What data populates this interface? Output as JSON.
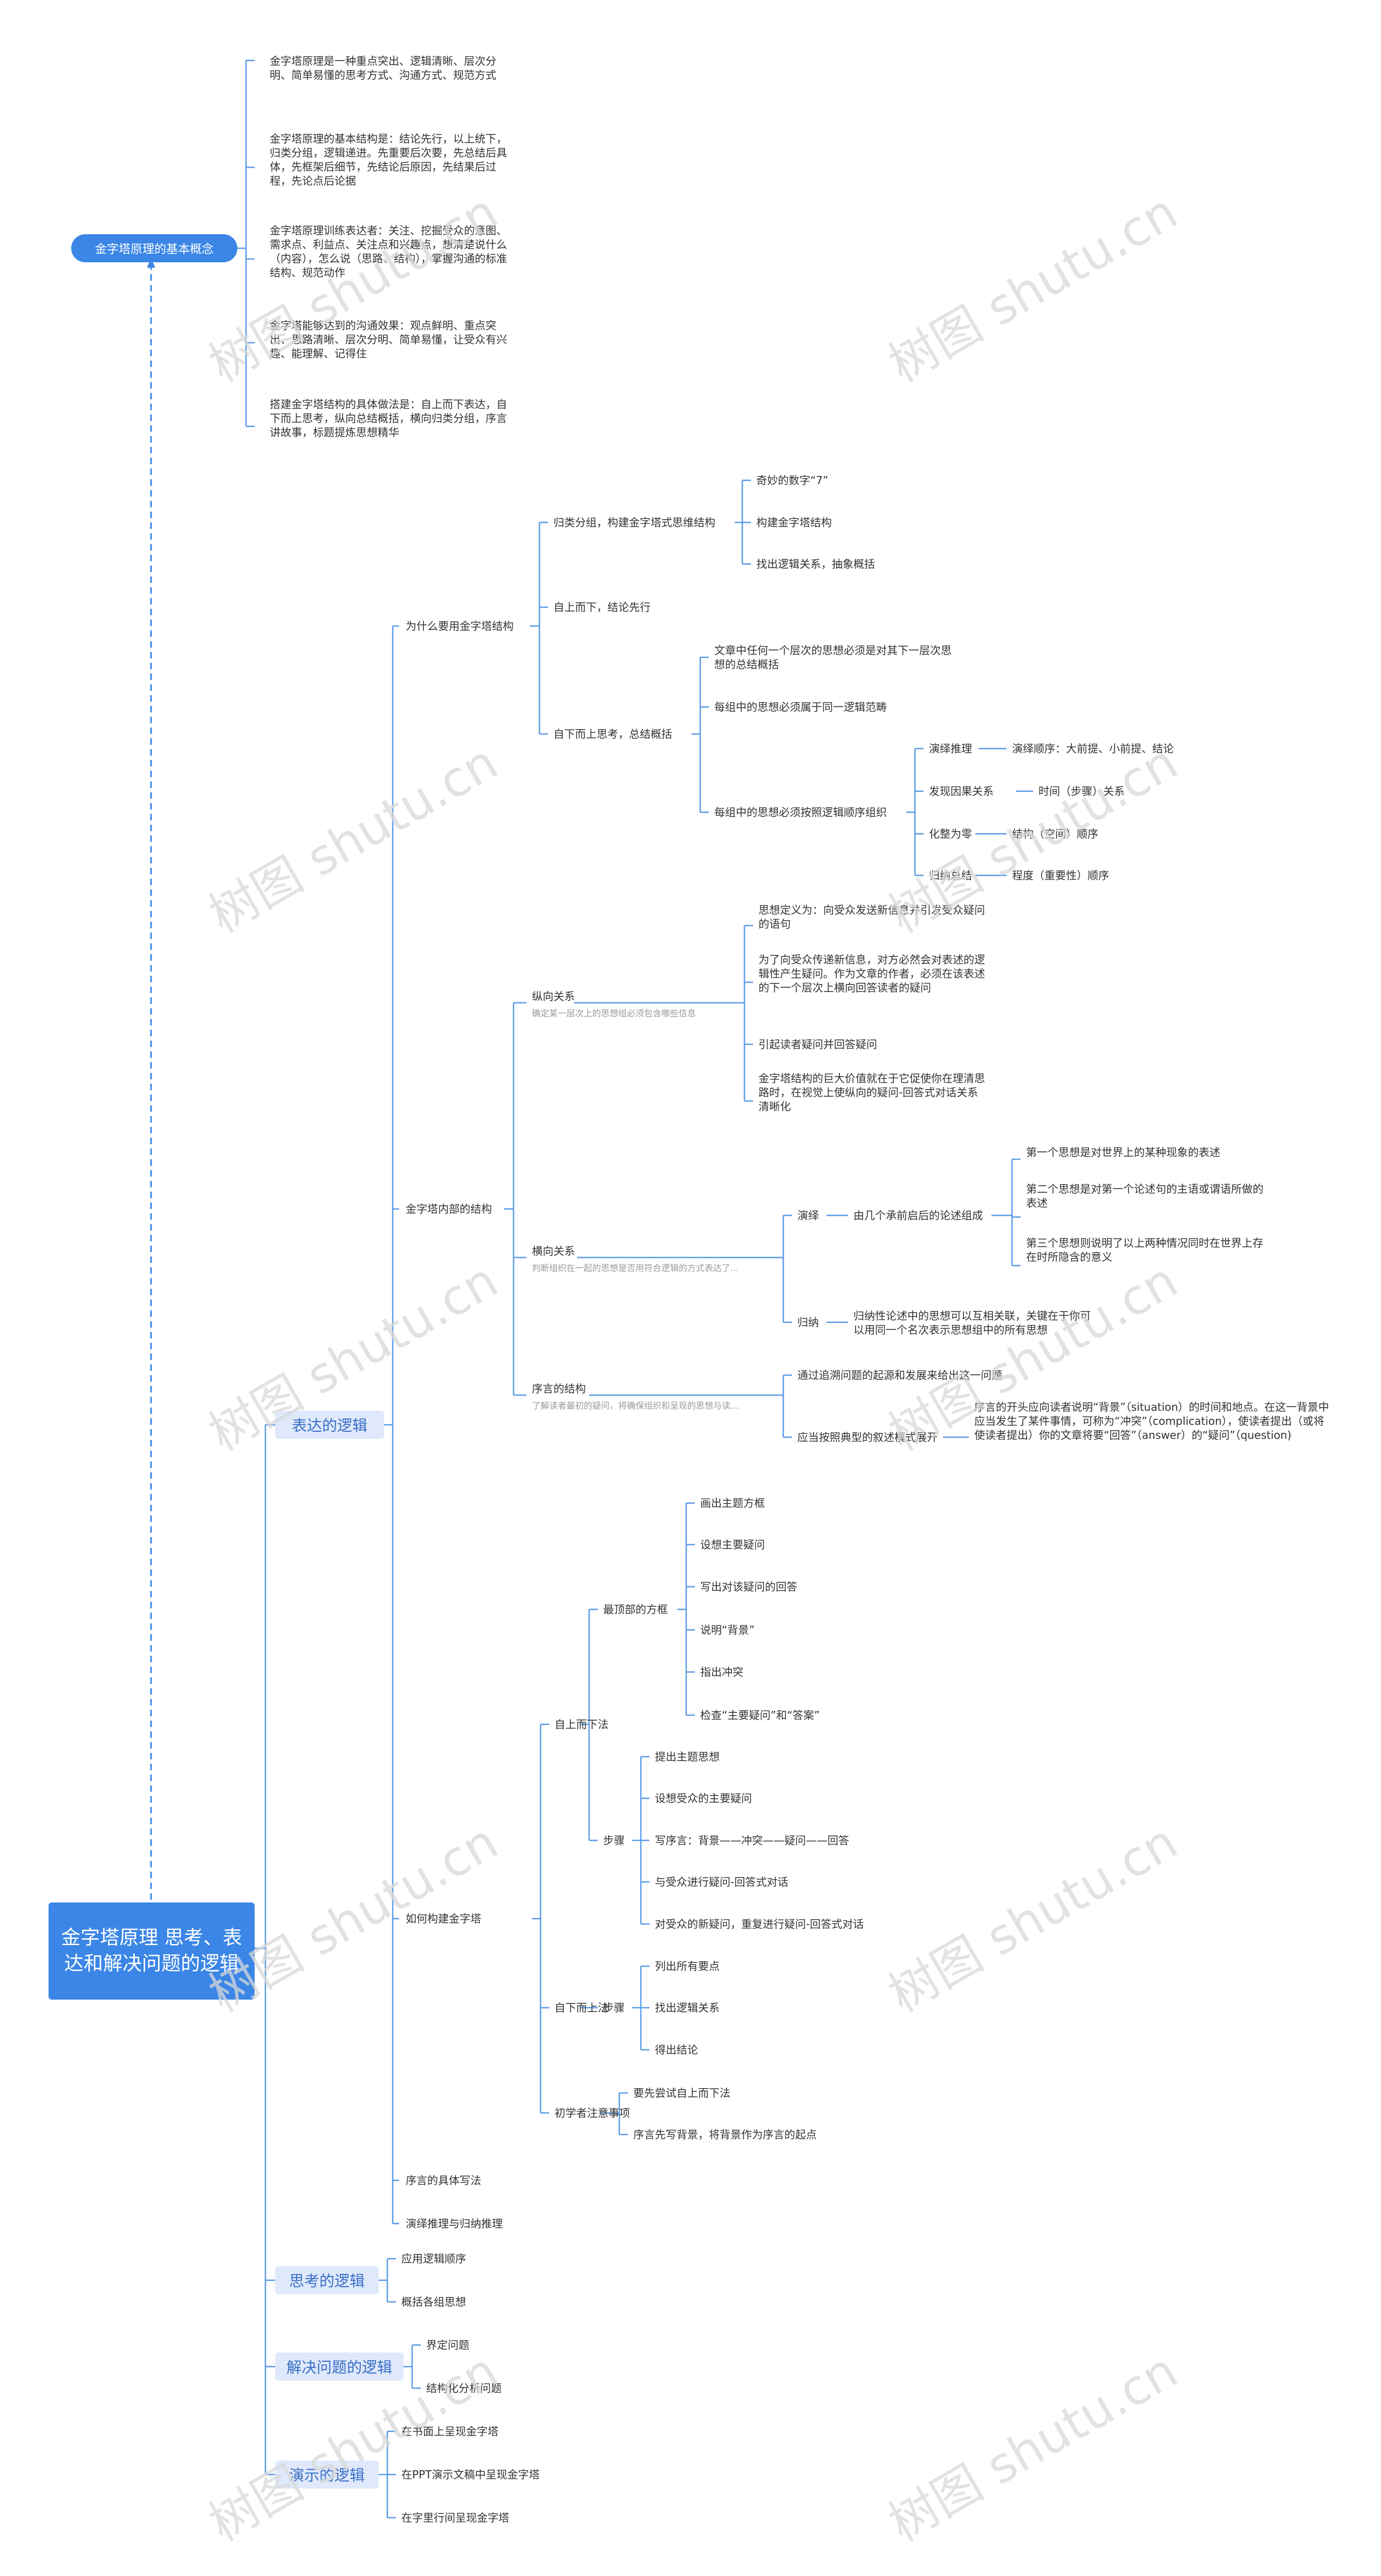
{
  "root": "金字塔原理 思考、表达和解决问题的逻辑",
  "concept": {
    "label": "金字塔原理的基本概念",
    "items": [
      "金字塔原理是一种重点突出、逻辑清晰、层次分明、简单易懂的思考方式、沟通方式、规范方式",
      "金字塔原理的基本结构是：结论先行，以上统下，归类分组，逻辑递进。先重要后次要，先总结后具体，先框架后细节，先结论后原因，先结果后过程，先论点后论据",
      "金字塔原理训练表达者：关注、挖掘受众的意图、需求点、利益点、关注点和兴趣点，想清楚说什么（内容），怎么说（思路、结构），掌握沟通的标准结构、规范动作",
      "金字塔能够达到的沟通效果：观点鲜明、重点突出、思路清晰、层次分明、简单易懂，让受众有兴趣、能理解、记得住",
      "搭建金字塔结构的具体做法是：自上而下表达，自下而上思考，纵向总结概括，横向归类分组，序言讲故事，标题提炼思想精华"
    ]
  },
  "express": {
    "label": "表达的逻辑",
    "why": {
      "label": "为什么要用金字塔结构",
      "group": {
        "label": "归类分组，构建金字塔式思维结构",
        "items": [
          "奇妙的数字“7”",
          "构建金字塔结构",
          "找出逻辑关系，抽象概括"
        ]
      },
      "topdown": "自上而下，结论先行",
      "bottomup": {
        "label": "自下而上思考，总结概括",
        "a": "文章中任何一个层次的思想必须是对其下一层次思想的总结概括",
        "b": "每组中的思想必须属于同一逻辑范畴",
        "c": {
          "label": "每组中的思想必须按照逻辑顺序组织",
          "rows": [
            {
              "k": "演绎推理",
              "v": "演绎顺序：大前提、小前提、结论"
            },
            {
              "k": "发现因果关系",
              "v": "时间（步骤）关系"
            },
            {
              "k": "化整为零",
              "v": "结构（空间）顺序"
            },
            {
              "k": "归纳总结",
              "v": "程度（重要性）顺序"
            }
          ]
        }
      }
    },
    "inner": {
      "label": "金字塔内部的结构",
      "vertical": {
        "label": "纵向关系",
        "note": "确定某一层次上的思想组必须包含哪些信息",
        "items": [
          "思想定义为：向受众发送新信息并引发受众疑问的语句",
          "为了向受众传递新信息，对方必然会对表述的逻辑性产生疑问。作为文章的作者，必须在该表述的下一个层次上横向回答读者的疑问",
          "引起读者疑问并回答疑问",
          "金字塔结构的巨大价值就在于它促使你在理清思路时，在视觉上使纵向的疑问-回答式对话关系清晰化"
        ]
      },
      "horizontal": {
        "label": "横向关系",
        "note": "判断组织在一起的思想是否用符合逻辑的方式表达了...",
        "deduce": {
          "label": "演绎",
          "desc": "由几个承前启后的论述组成",
          "items": [
            "第一个思想是对世界上的某种现象的表述",
            "第二个思想是对第一个论述句的主语或谓语所做的表述",
            "第三个思想则说明了以上两种情况同时在世界上存在时所隐含的意义"
          ]
        },
        "induce": {
          "label": "归纳",
          "desc": "归纳性论述中的思想可以互相关联，关键在于你可以用同一个名次表示思想组中的所有思想"
        }
      },
      "preface": {
        "label": "序言的结构",
        "note": "了解读者最初的疑问，将确保组织和呈现的思想与读...",
        "a": "通过追溯问题的起源和发展来给出这一问题",
        "b": {
          "label": "应当按照典型的叙述模式展开",
          "desc": "序言的开头应向读者说明“背景”（situation）的时间和地点。在这一背景中应当发生了某件事情，可称为“冲突”（complication），使读者提出（或将使读者提出）你的文章将要“回答”（answer）的“疑问”（question)"
        }
      }
    },
    "build": {
      "label": "如何构建金字塔",
      "td": {
        "label": "自上而下法",
        "frame": {
          "label": "最顶部的方框",
          "items": [
            "画出主题方框",
            "设想主要疑问",
            "写出对该疑问的回答",
            "说明“背景”",
            "指出冲突",
            "检查“主要疑问”和“答案”"
          ]
        },
        "steps": {
          "label": "步骤",
          "items": [
            "提出主题思想",
            "设想受众的主要疑问",
            "写序言：背景——冲突——疑问——回答",
            "与受众进行疑问-回答式对话",
            "对受众的新疑问，重复进行疑问-回答式对话"
          ]
        }
      },
      "bu": {
        "label": "自下而上法",
        "step": "步骤",
        "items": [
          "列出所有要点",
          "找出逻辑关系",
          "得出结论"
        ]
      },
      "novice": {
        "label": "初学者注意事项",
        "items": [
          "要先尝试自上而下法",
          "序言先写背景，将背景作为序言的起点"
        ]
      }
    },
    "preface_write": "序言的具体写法",
    "ded_ind": "演绎推理与归纳推理"
  },
  "think": {
    "label": "思考的逻辑",
    "items": [
      "应用逻辑顺序",
      "概括各组思想"
    ]
  },
  "solve": {
    "label": "解决问题的逻辑",
    "items": [
      "界定问题",
      "结构化分析问题"
    ]
  },
  "present": {
    "label": "演示的逻辑",
    "items": [
      "在书面上呈现金字塔",
      "在PPT演示文稿中呈现金字塔",
      "在字里行间呈现金字塔"
    ]
  },
  "watermark": "树图 shutu.cn"
}
